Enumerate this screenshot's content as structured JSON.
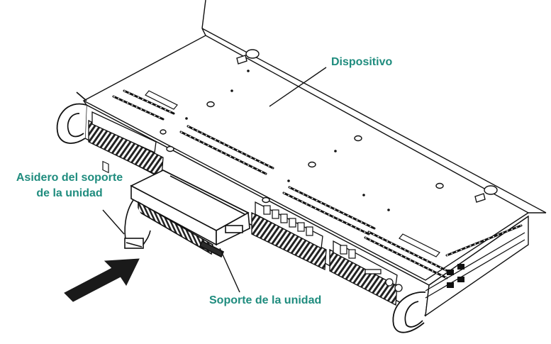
{
  "colors": {
    "label": "#1f8c7e",
    "line": "#111111",
    "fill_dark": "#2b2b2b",
    "arrow": "#1a1a1a"
  },
  "labels": {
    "device": "Dispositivo",
    "handle_line1": "Asidero del soporte",
    "handle_line2": "de la unidad",
    "carrier": "Soporte de la unidad"
  },
  "icons": {
    "arrow": "insert-direction-arrow-icon",
    "handle_left": "rack-ear-handle-left-icon",
    "handle_right": "rack-ear-handle-right-icon"
  }
}
